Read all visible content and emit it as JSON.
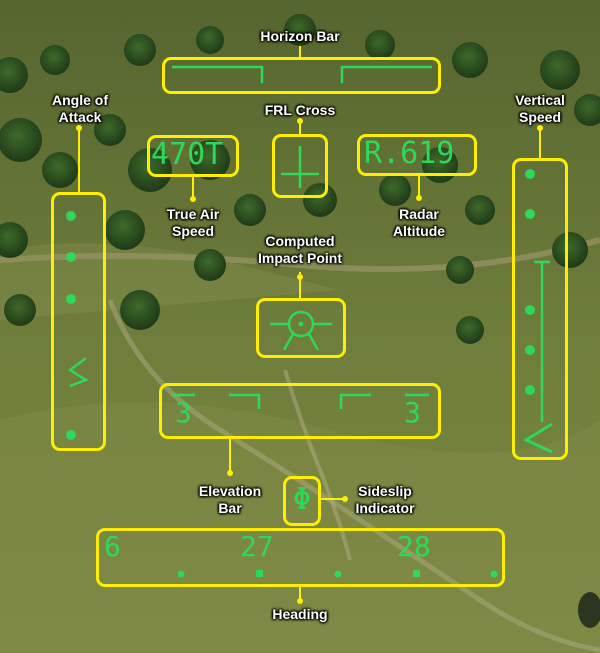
{
  "labels": {
    "horizon_bar": "Horizon Bar",
    "frl_cross": "FRL Cross",
    "angle_of_attack": "Angle of\nAttack",
    "vertical_speed": "Vertical\nSpeed",
    "true_air_speed": "True Air\nSpeed",
    "radar_altitude": "Radar\nAltitude",
    "computed_impact_point": "Computed\nImpact Point",
    "elevation_bar": "Elevation\nBar",
    "sideslip_indicator": "Sideslip\nIndicator",
    "heading": "Heading"
  },
  "hud": {
    "airspeed": "470T",
    "radar_altitude": "R.619",
    "elevation_left": "3",
    "elevation_right": "3",
    "aoa_symbol": "<",
    "sideslip_symbol": "Φ",
    "heading_ticks": [
      "6",
      "27",
      "28"
    ]
  },
  "colors": {
    "hud_green": "#2dd85a",
    "callout_yellow": "#ffee00",
    "terrain": "#6b7a3a"
  }
}
